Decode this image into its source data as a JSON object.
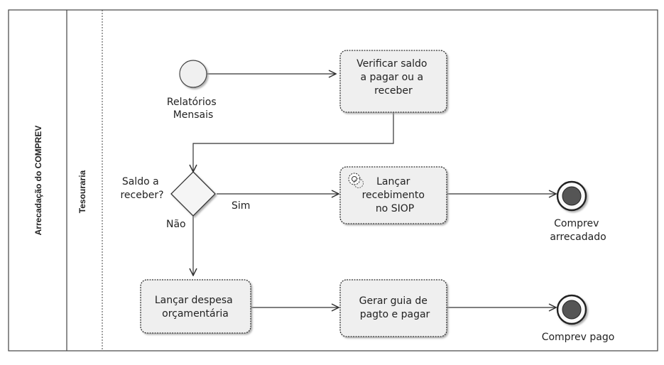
{
  "pool": {
    "label": "Arrecadação do COMPREV"
  },
  "lane": {
    "label": "Tesouraria"
  },
  "nodes": {
    "start": {
      "label_lines": [
        "Relatórios",
        "Mensais"
      ]
    },
    "verificar": {
      "label_lines": [
        "Verificar saldo",
        "a pagar ou a",
        "receber"
      ]
    },
    "gateway": {
      "label_lines": [
        "Saldo a",
        "receber?"
      ]
    },
    "lancar_recebimento": {
      "label_lines": [
        "Lançar",
        "recebimento",
        "no SIOP"
      ],
      "icon": "gear-icon"
    },
    "end_arrecadado": {
      "label_lines": [
        "Comprev",
        "arrecadado"
      ]
    },
    "lancar_despesa": {
      "label_lines": [
        "Lançar despesa",
        "orçamentária"
      ]
    },
    "gerar_guia": {
      "label_lines": [
        "Gerar guia de",
        "pagto e pagar"
      ]
    },
    "end_pago": {
      "label_lines": [
        "Comprev pago"
      ]
    }
  },
  "flows": {
    "sim": "Sim",
    "nao": "Não"
  },
  "colors": {
    "task_fill": "#efefef",
    "stroke": "#333333",
    "start_fill": "#f0f0f0",
    "end_fill": "#555555"
  }
}
